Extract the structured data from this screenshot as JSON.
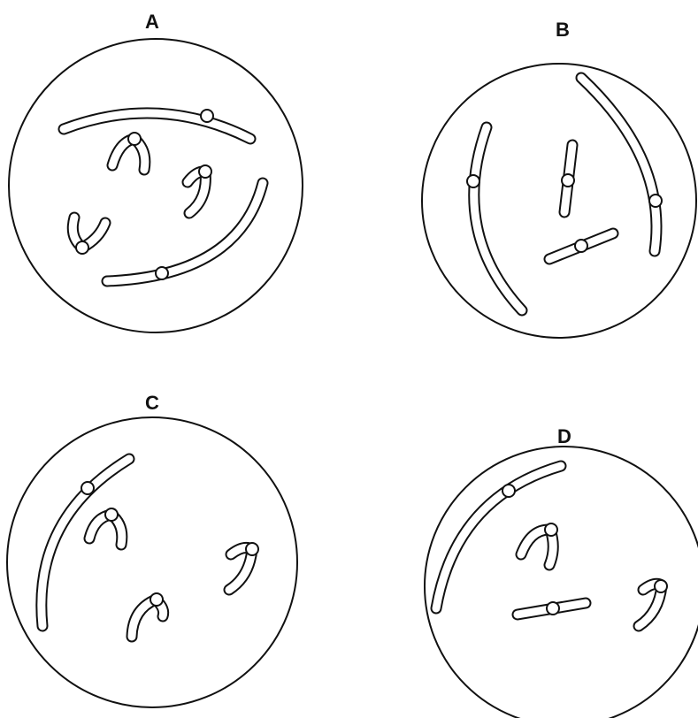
{
  "figure": {
    "panels": [
      {
        "id": "A",
        "label": "A"
      },
      {
        "id": "B",
        "label": "B"
      },
      {
        "id": "C",
        "label": "C"
      },
      {
        "id": "D",
        "label": "D"
      }
    ],
    "colors": {
      "stroke": "#111111",
      "background": "#ffffff"
    }
  }
}
